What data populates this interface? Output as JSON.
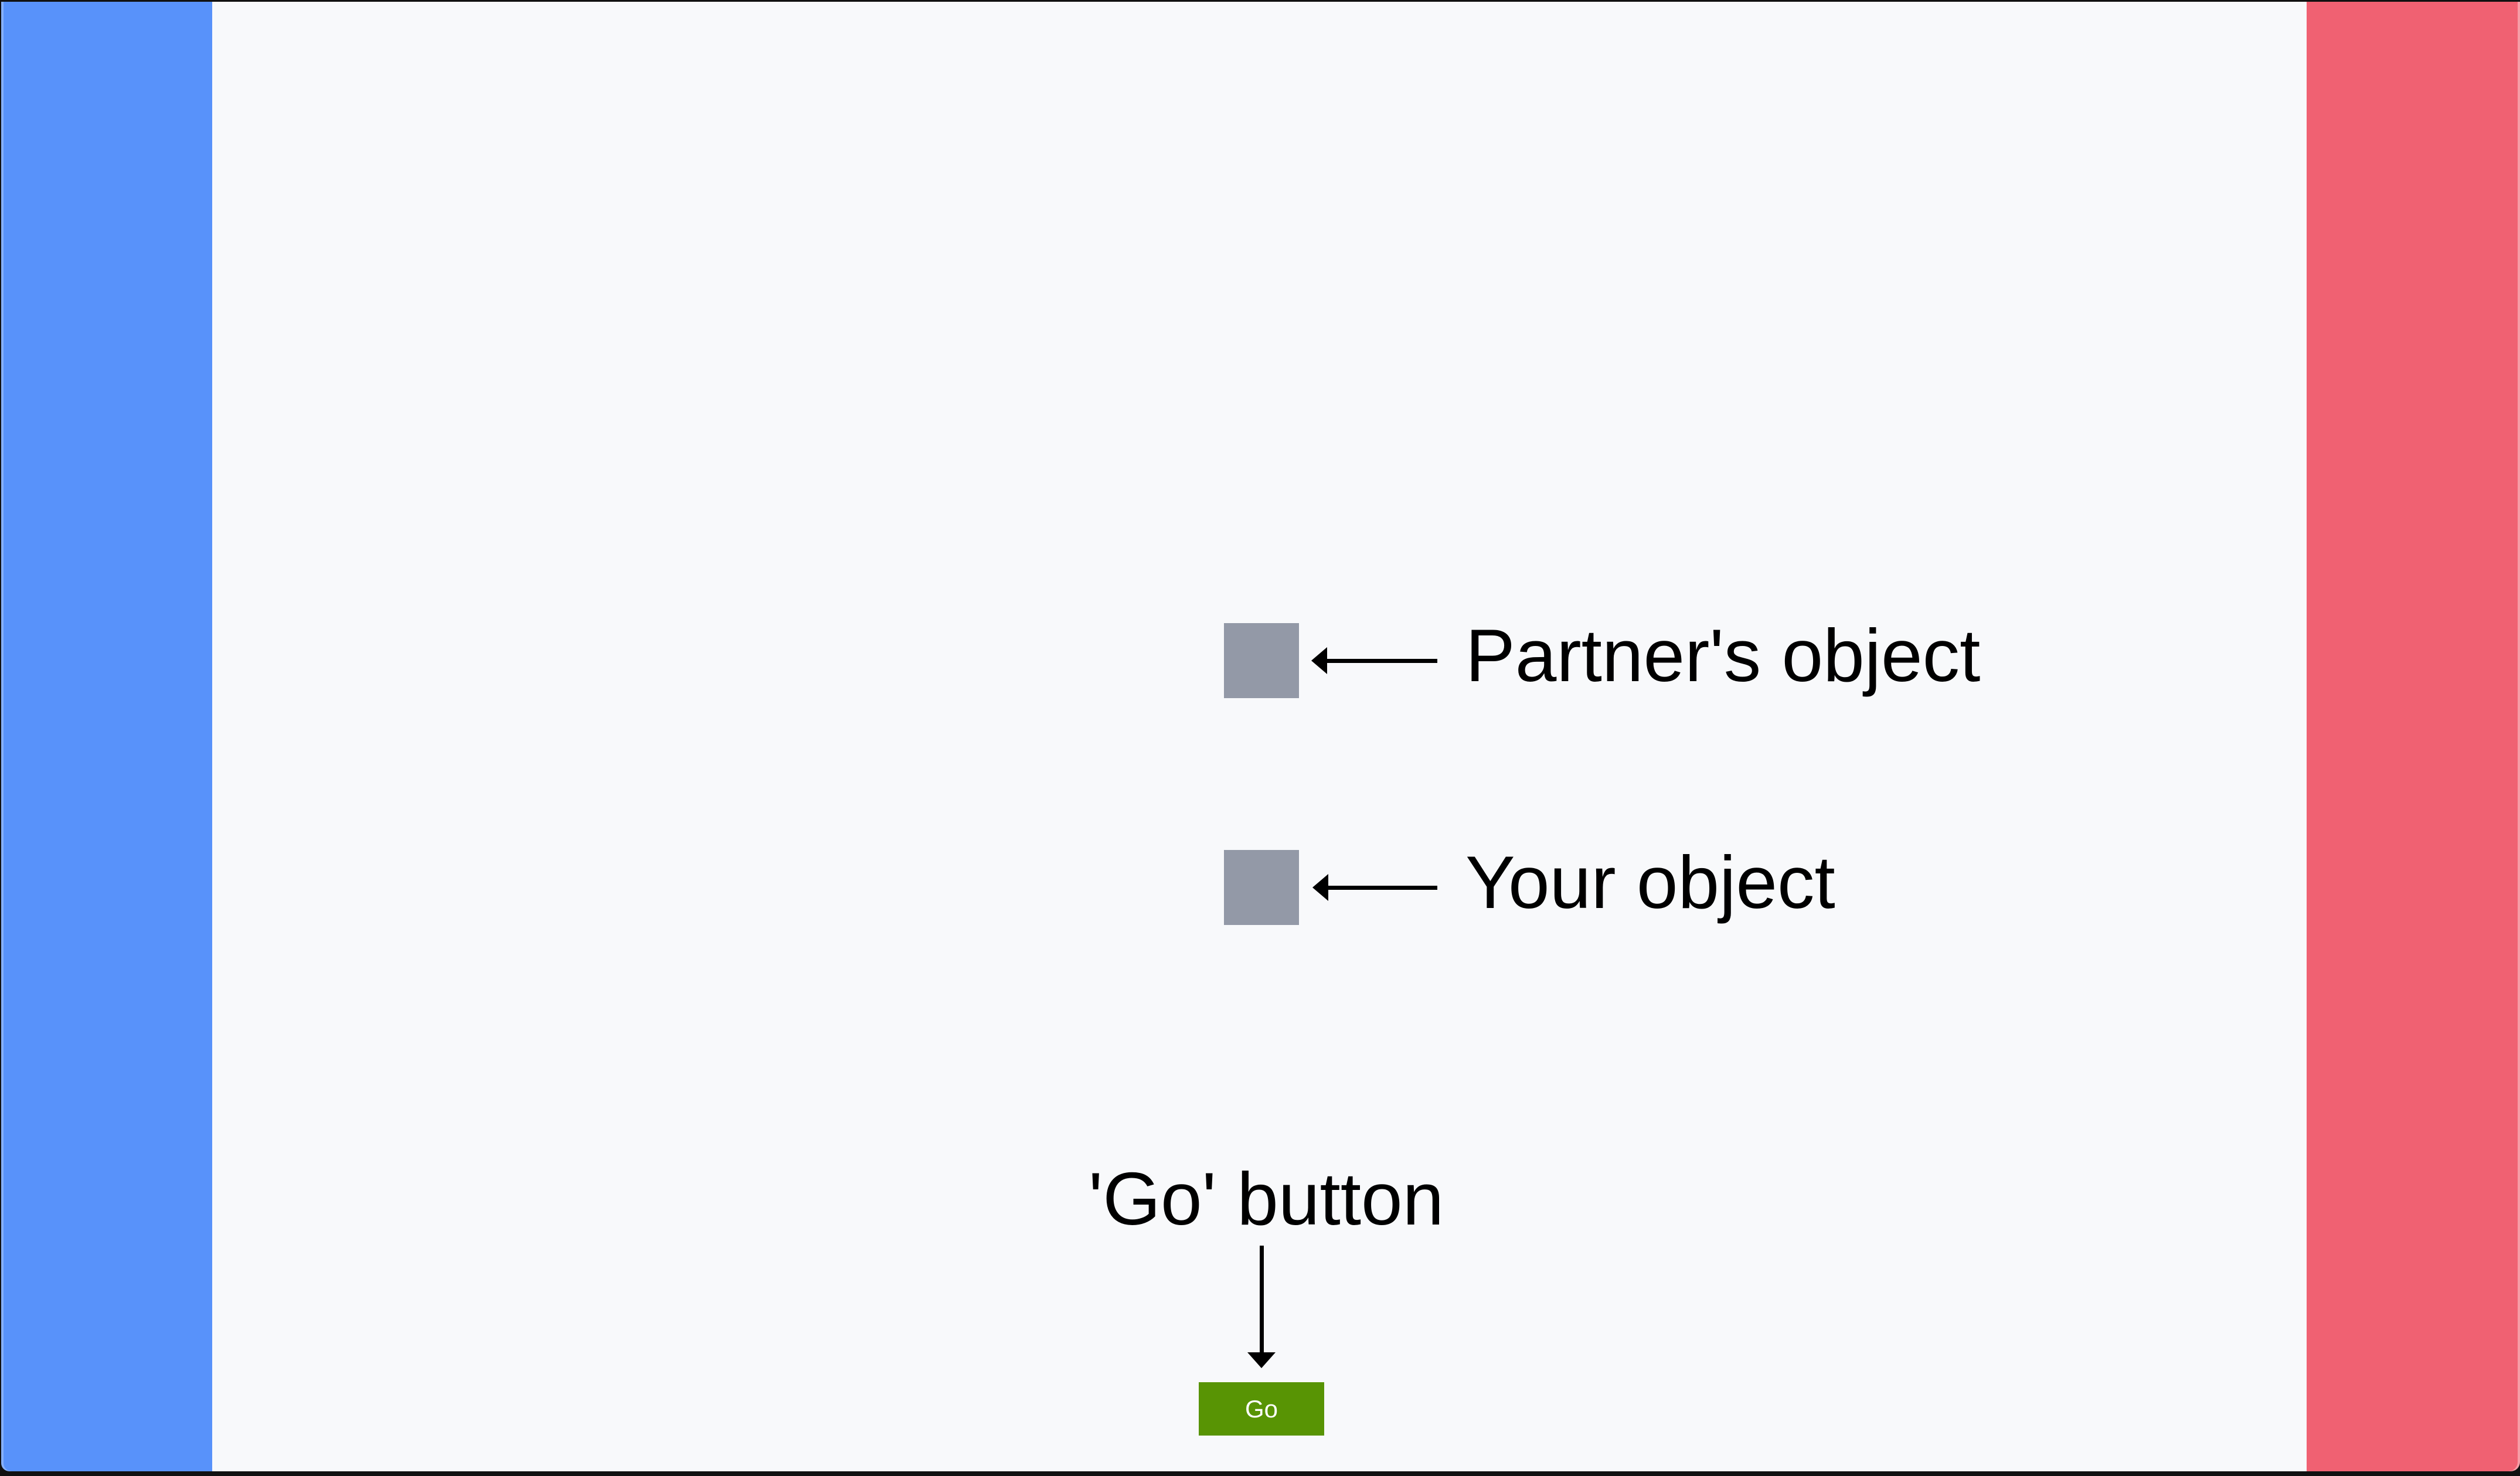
{
  "frame": {
    "background": "#111111"
  },
  "stage": {
    "background": "#f8f9fb"
  },
  "zones": {
    "left": {
      "color": "#5892fa"
    },
    "right": {
      "color": "#f06172"
    }
  },
  "objects": {
    "partner": {
      "label": "Partner's object",
      "color": "#9399a7"
    },
    "yours": {
      "label": "Your object",
      "color": "#9399a7"
    }
  },
  "annotations": {
    "go_button_label": "'Go' button",
    "arrow_color": "#000000"
  },
  "go_button": {
    "label": "Go",
    "background": "#589404",
    "text_color": "#ffffff"
  }
}
